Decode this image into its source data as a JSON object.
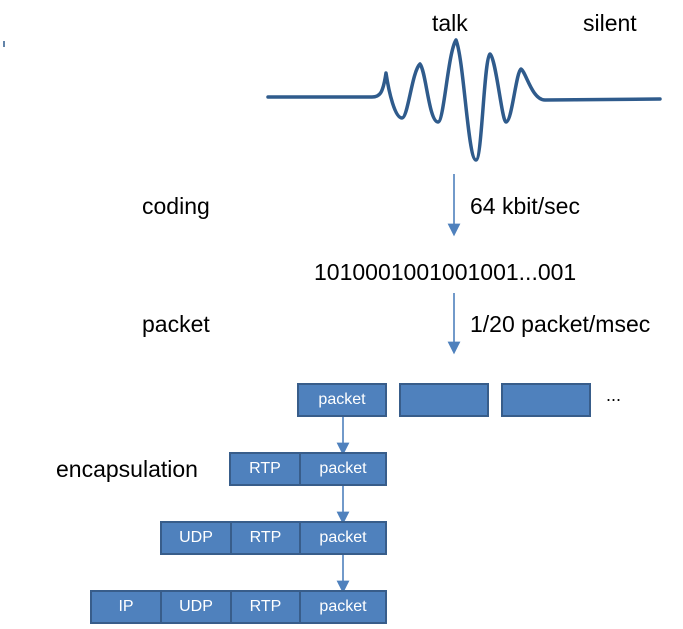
{
  "wave": {
    "talk_label": "talk",
    "silent_label": "silent"
  },
  "steps": {
    "coding_label": "coding",
    "coding_rate": "64 kbit/sec",
    "bitstream": "1010001001001001...001",
    "packet_label": "packet",
    "packet_rate": "1/20 packet/msec",
    "encapsulation_label": "encapsulation",
    "ellipsis": "..."
  },
  "blocks": {
    "packet": "packet",
    "rtp": "RTP",
    "udp": "UDP",
    "ip": "IP"
  },
  "colors": {
    "block_fill": "#4f81bd",
    "block_border": "#385d8a",
    "wave_stroke": "#2f5b8c",
    "arrow": "#4f81bd"
  }
}
